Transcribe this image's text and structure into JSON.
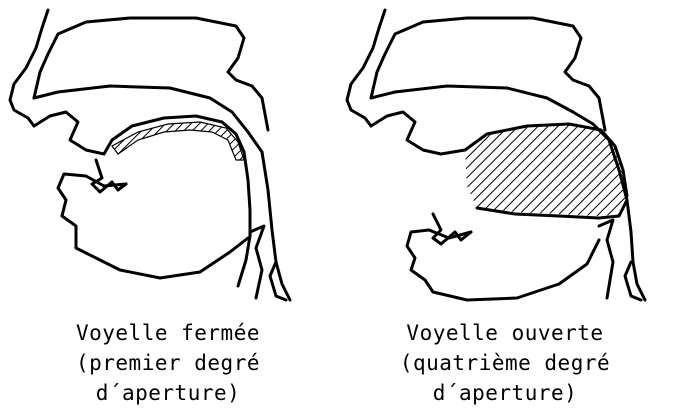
{
  "figures": [
    {
      "caption": [
        "Voyelle fermée",
        "(premier degré",
        "d´aperture)"
      ]
    },
    {
      "caption": [
        "Voyelle ouverte",
        "(quatrième degré",
        "d´aperture)"
      ]
    }
  ]
}
